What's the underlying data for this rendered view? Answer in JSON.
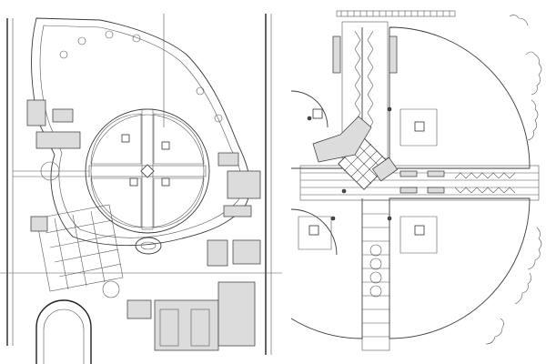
{
  "figure": {
    "panels": [
      {
        "id": "left",
        "kind": "site-plan"
      },
      {
        "id": "right",
        "kind": "detail-plan"
      }
    ]
  },
  "colors": {
    "ink": "#3a3a3a",
    "paper": "#ffffff",
    "tone": "#dcdcdc"
  },
  "icons": [
    "home-plate-icon",
    "tree-icon",
    "paving-pattern"
  ]
}
